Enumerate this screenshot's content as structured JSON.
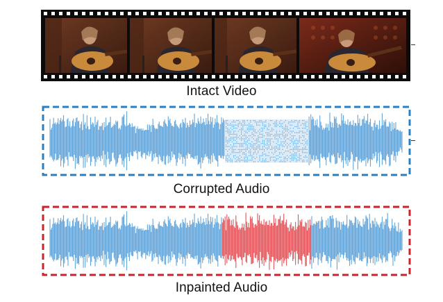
{
  "video": {
    "caption": "Intact Video",
    "frame_count": 4
  },
  "corrupted": {
    "caption": "Corrupted Audio",
    "border_color": "#2a7fc1",
    "wave_color": "#3a8fd3",
    "gap_pattern_color": "#5aa6e0"
  },
  "inpainted": {
    "caption": "Inpainted Audio",
    "border_color": "#c9232b",
    "wave_color": "#3a8fd3",
    "fill_color": "#e0343a"
  }
}
